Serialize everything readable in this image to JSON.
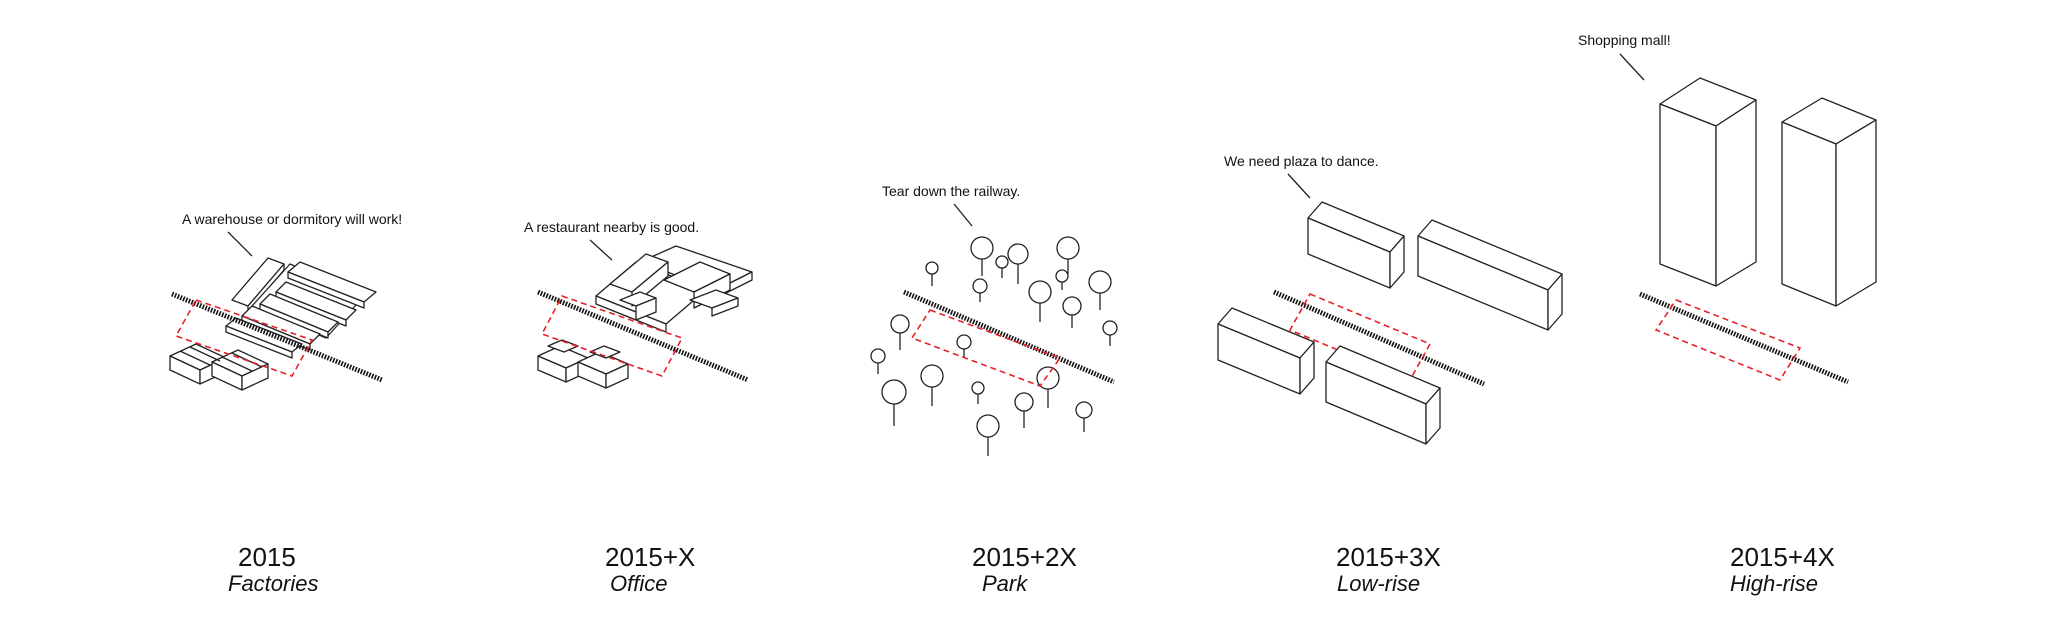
{
  "panels": [
    {
      "id": "factories",
      "quote": "A warehouse or dormitory will work!",
      "year": "2015",
      "phase": "Factories"
    },
    {
      "id": "office",
      "quote": "A restaurant nearby is good.",
      "year": "2015+X",
      "phase": "Office"
    },
    {
      "id": "park",
      "quote": "Tear down the railway.",
      "year": "2015+2X",
      "phase": "Park"
    },
    {
      "id": "low-rise",
      "quote": "We need plaza to dance.",
      "year": "2015+3X",
      "phase": "Low-rise"
    },
    {
      "id": "high-rise",
      "quote": "Shopping mall!",
      "year": "2015+4X",
      "phase": "High-rise"
    }
  ],
  "colors": {
    "ink": "#222222",
    "zone_dash": "#e8202a",
    "background": "#ffffff"
  }
}
